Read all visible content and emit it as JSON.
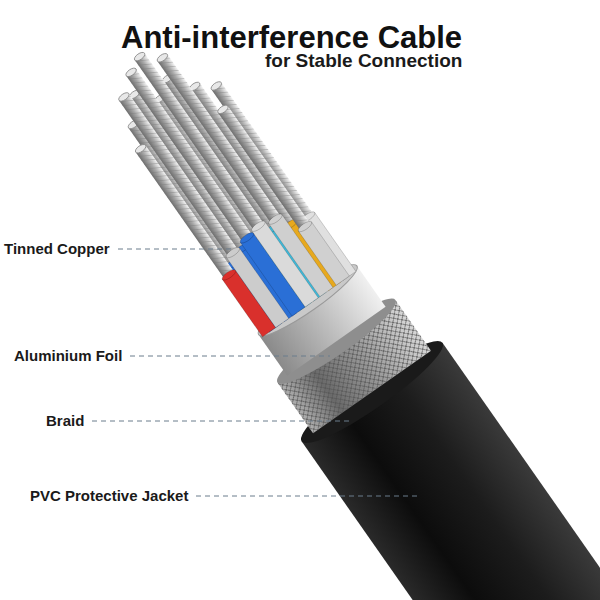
{
  "diagram": {
    "title": "Anti-interference Cable",
    "labels": [
      "for Stable Connection",
      "Tinned Copper",
      "Aluminium Foil",
      "Braid",
      "PVC Protective Jacket"
    ]
  }
}
